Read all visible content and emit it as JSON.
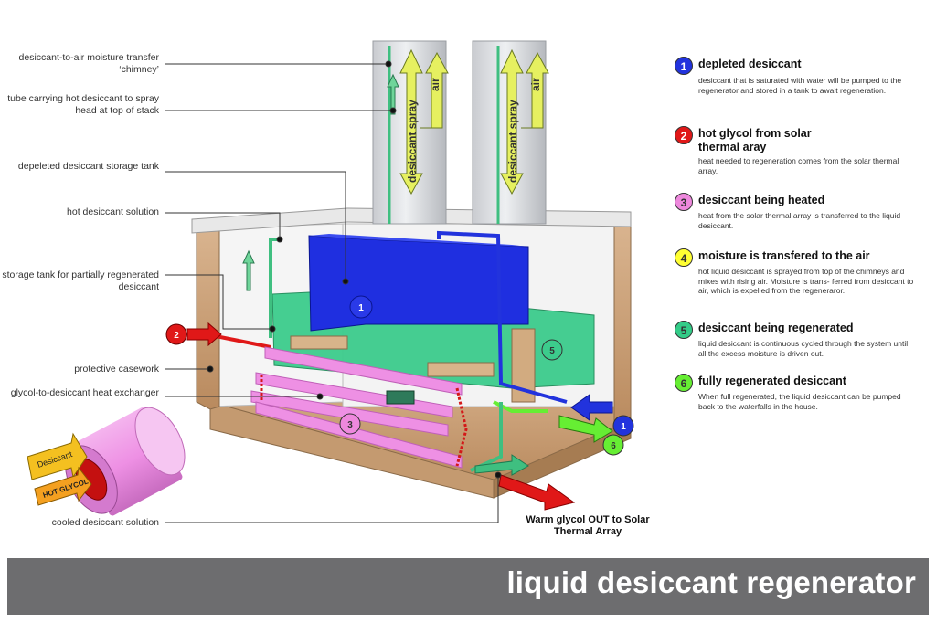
{
  "callouts": [
    {
      "id": "chimney",
      "text": "desiccant-to-air moisture transfer  ‘chimney’"
    },
    {
      "id": "tube",
      "text": "tube carrying hot desiccant to spray head at top of stack"
    },
    {
      "id": "depleted_tank",
      "text": "depeleted desiccant storage tank"
    },
    {
      "id": "hot_solution",
      "text": "hot desiccant solution"
    },
    {
      "id": "storage_partial",
      "text": "storage tank for partially regenerated desiccant"
    },
    {
      "id": "casework",
      "text": "protective casework"
    },
    {
      "id": "heat_exchanger",
      "text": "glycol-to-desiccant heat exchanger"
    },
    {
      "id": "cooled",
      "text": "cooled desiccant solution"
    }
  ],
  "legend": [
    {
      "num": "1",
      "color": "#2233dd",
      "text_color": "#ffffff",
      "title": "depleted desiccant",
      "desc": "desiccant that is saturated with water will be pumped to the regenerator and stored in a tank to await regeneration."
    },
    {
      "num": "2",
      "color": "#e01818",
      "text_color": "#ffffff",
      "title": "hot glycol from solar thermal aray",
      "desc": "heat needed to regeneration comes from the solar thermal array."
    },
    {
      "num": "3",
      "color": "#ee88dd",
      "text_color": "#333333",
      "title": "desiccant being heated",
      "desc": "heat from the solar thermal array is transferred to the liquid desiccant."
    },
    {
      "num": "4",
      "color": "#ffff33",
      "text_color": "#333333",
      "title": "moisture is transfered to the air",
      "desc": "hot liquid desiccant is sprayed from top of the chimneys and mixes with rising air.  Moisture is trans- ferred from desiccant to air, which is expelled from the regeneraror."
    },
    {
      "num": "5",
      "color": "#33cc88",
      "text_color": "#333333",
      "title": "desiccant being regenerated",
      "desc": "liquid desiccant is continuous cycled through the system until all the excess moisture is driven out."
    },
    {
      "num": "6",
      "color": "#66ee33",
      "text_color": "#333333",
      "title": "fully regenerated desiccant",
      "desc": "When full regenerated, the liquid desiccant can be pumped back to the waterfalls in the house."
    }
  ],
  "diagram_labels": {
    "spray": "desiccant spray",
    "air": "air",
    "badge_1": "1",
    "badge_2": "2",
    "badge_3": "3",
    "badge_5": "5",
    "badge_6": "6",
    "pipe_desiccant": "Desiccant",
    "pipe_glycol": "HOT GLYCOL"
  },
  "output_label": "Warm glycol OUT to Solar Thermal Array",
  "footer_title": "liquid desiccant regenerator",
  "colors": {
    "footer_bg": "#6d6d6f",
    "depleted": "#2233dd",
    "glycol": "#e01818",
    "heated": "#ee88dd",
    "moisture": "#ffff33",
    "regenerating": "#33cc88",
    "regenerated": "#66ee33"
  }
}
